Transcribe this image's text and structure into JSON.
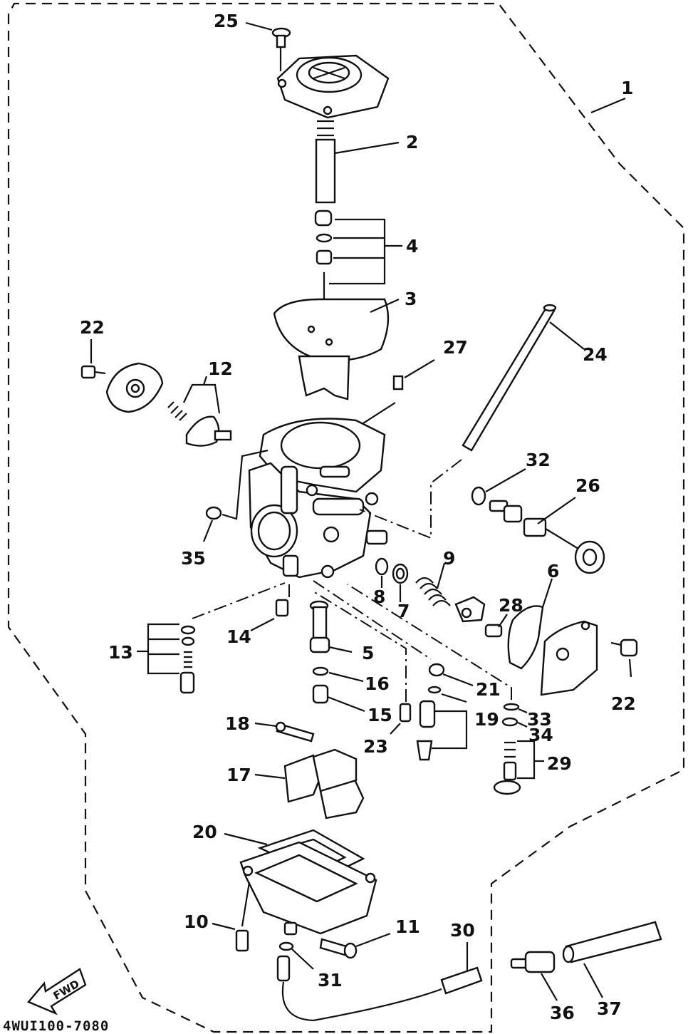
{
  "diagram": {
    "drawing_code": "4WUI100-7080",
    "forward_marker": "FWD",
    "callouts": [
      {
        "id": "c1",
        "text": "1"
      },
      {
        "id": "c2",
        "text": "2"
      },
      {
        "id": "c3",
        "text": "3"
      },
      {
        "id": "c4",
        "text": "4"
      },
      {
        "id": "c5",
        "text": "5"
      },
      {
        "id": "c6",
        "text": "6"
      },
      {
        "id": "c7",
        "text": "7"
      },
      {
        "id": "c8",
        "text": "8"
      },
      {
        "id": "c9",
        "text": "9"
      },
      {
        "id": "c10",
        "text": "10"
      },
      {
        "id": "c11",
        "text": "11"
      },
      {
        "id": "c12",
        "text": "12"
      },
      {
        "id": "c13",
        "text": "13"
      },
      {
        "id": "c14",
        "text": "14"
      },
      {
        "id": "c15",
        "text": "15"
      },
      {
        "id": "c16",
        "text": "16"
      },
      {
        "id": "c17",
        "text": "17"
      },
      {
        "id": "c18",
        "text": "18"
      },
      {
        "id": "c19",
        "text": "19"
      },
      {
        "id": "c20",
        "text": "20"
      },
      {
        "id": "c21",
        "text": "21"
      },
      {
        "id": "c22a",
        "text": "22"
      },
      {
        "id": "c22b",
        "text": "22"
      },
      {
        "id": "c23",
        "text": "23"
      },
      {
        "id": "c24",
        "text": "24"
      },
      {
        "id": "c25",
        "text": "25"
      },
      {
        "id": "c26",
        "text": "26"
      },
      {
        "id": "c27",
        "text": "27"
      },
      {
        "id": "c28",
        "text": "28"
      },
      {
        "id": "c29",
        "text": "29"
      },
      {
        "id": "c30",
        "text": "30"
      },
      {
        "id": "c31",
        "text": "31"
      },
      {
        "id": "c32",
        "text": "32"
      },
      {
        "id": "c33",
        "text": "33"
      },
      {
        "id": "c34",
        "text": "34"
      },
      {
        "id": "c35",
        "text": "35"
      },
      {
        "id": "c36",
        "text": "36"
      },
      {
        "id": "c37",
        "text": "37"
      }
    ]
  }
}
